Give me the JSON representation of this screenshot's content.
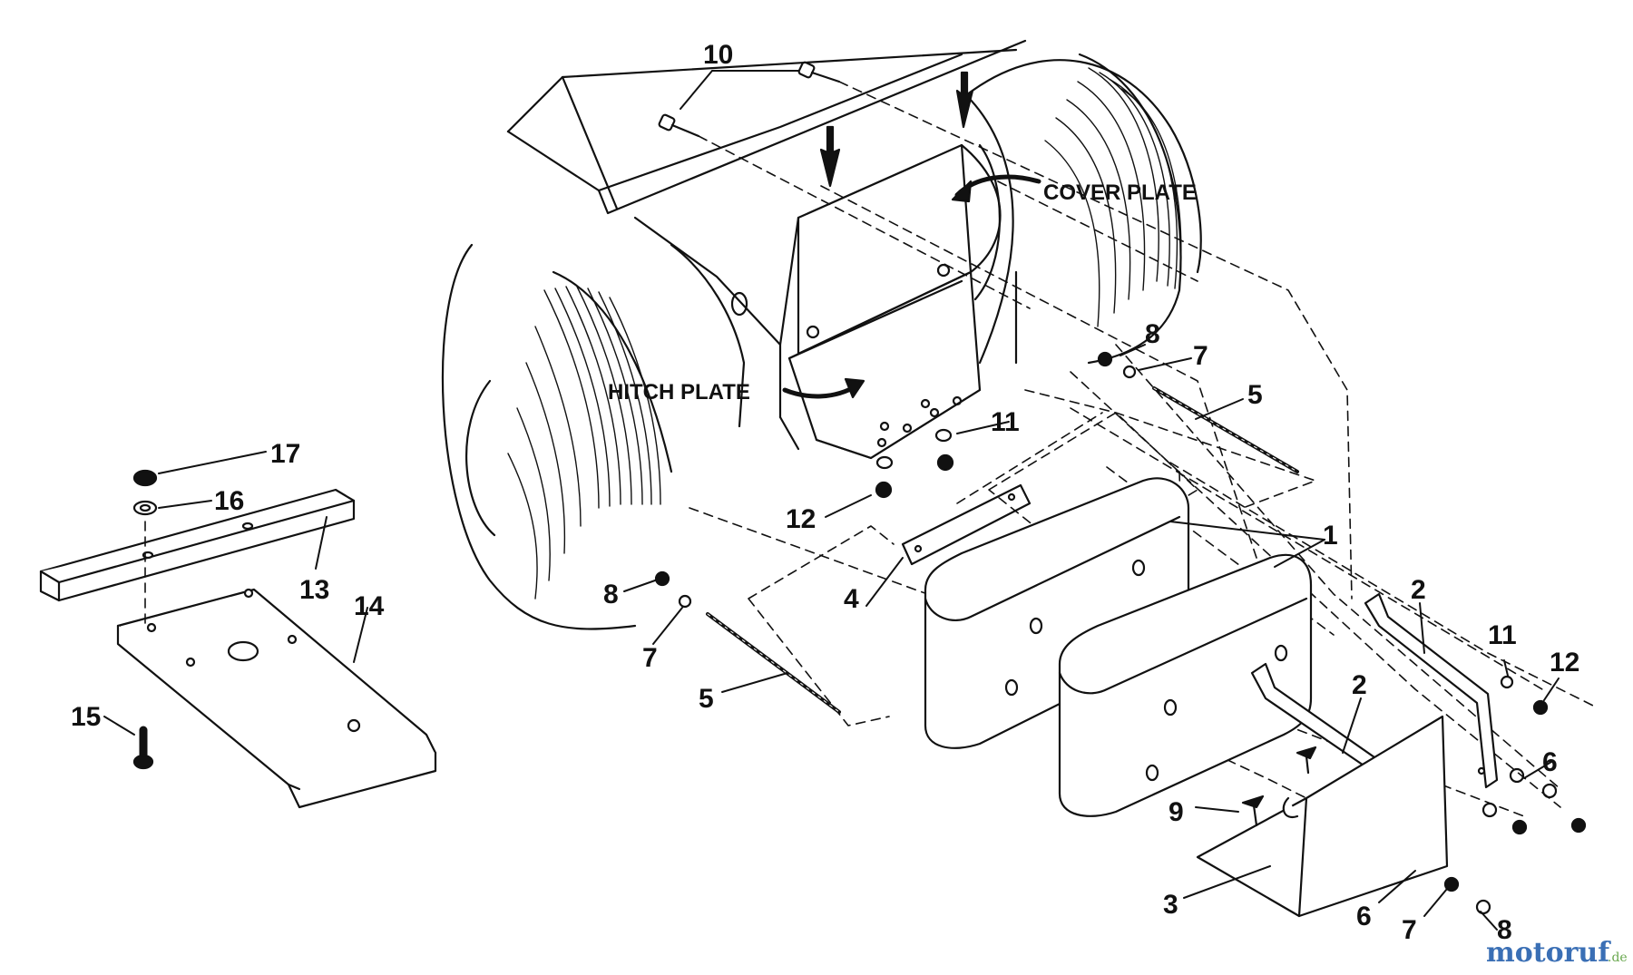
{
  "labels": {
    "cover_plate": "COVER PLATE",
    "hitch_plate": "HITCH PLATE"
  },
  "callouts": {
    "p1": "1",
    "p2a": "2",
    "p2b": "2",
    "p3": "3",
    "p4": "4",
    "p5a": "5",
    "p5b": "5",
    "p6a": "6",
    "p6b": "6",
    "p7a": "7",
    "p7b": "7",
    "p7c": "7",
    "p8a": "8",
    "p8b": "8",
    "p8c": "8",
    "p9": "9",
    "p10": "10",
    "p11a": "11",
    "p11b": "11",
    "p12a": "12",
    "p12b": "12",
    "p13": "13",
    "p14": "14",
    "p15": "15",
    "p16": "16",
    "p17": "17"
  },
  "watermark": {
    "brand": "motoruf",
    "tld": ".de"
  },
  "colors": {
    "ink": "#111111",
    "brand_blue": "#3a6fb5",
    "brand_green": "#6aa84f"
  }
}
